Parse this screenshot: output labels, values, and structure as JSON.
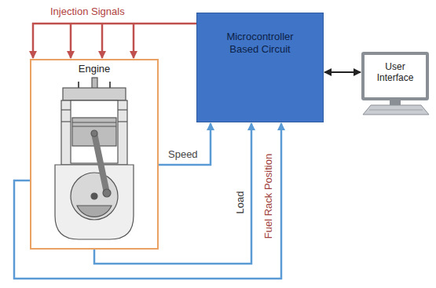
{
  "diagram": {
    "nodes": [
      {
        "text": [
          "Engine"
        ]
      },
      {
        "text": [
          "Microcontroller Based Circuit"
        ]
      },
      {
        "text": [
          "User Interface"
        ]
      }
    ],
    "edges": [
      {
        "from": 1,
        "to": 0,
        "arrow": "to",
        "label": "Injection Signals"
      },
      {
        "from": 0,
        "to": 1,
        "arrow": "to",
        "label": "Speed"
      },
      {
        "from": 0,
        "to": 1,
        "arrow": "to",
        "label": "Load"
      },
      {
        "from": 0,
        "to": 1,
        "arrow": "to",
        "label": "Fuel Rack Position"
      },
      {
        "from": 1,
        "to": 2,
        "arrow": "both"
      }
    ]
  }
}
